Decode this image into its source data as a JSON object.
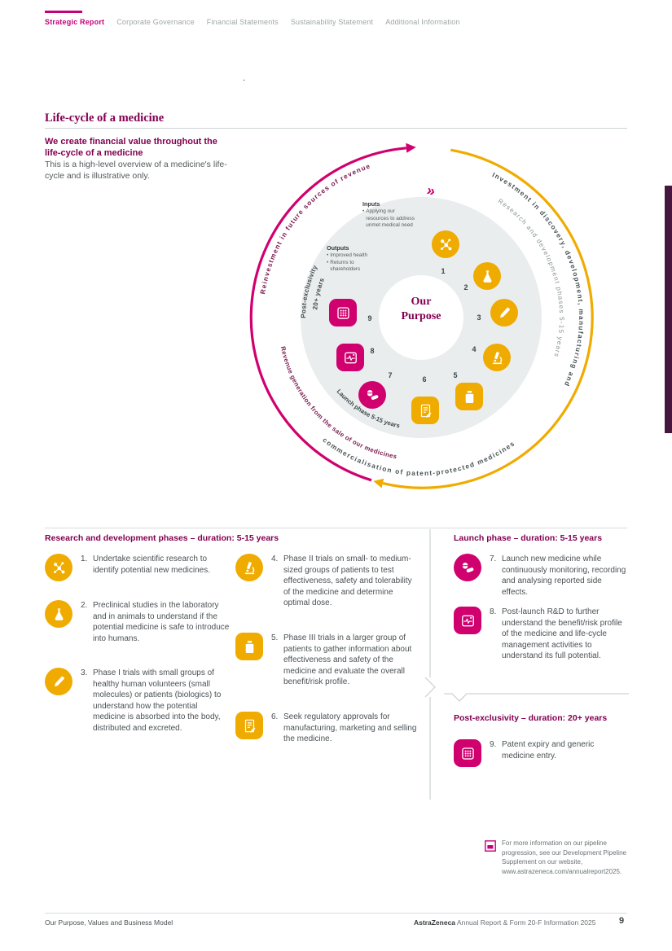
{
  "colors": {
    "magenta": "#D0006F",
    "gold": "#F0AB00",
    "purple": "#830051",
    "disc_gray": "#E9EDEE"
  },
  "nav": {
    "items": [
      {
        "label": "Strategic Report"
      },
      {
        "label": "Corporate Governance"
      },
      {
        "label": "Financial Statements"
      },
      {
        "label": "Sustainability Statement"
      },
      {
        "label": "Additional Information"
      }
    ]
  },
  "intro": {
    "stray": ".",
    "section_title": "Life-cycle of a medicine",
    "lead": "We create financial value throughout the life-cycle of a medicine",
    "body": "This is a high-level overview of a medicine's life-cycle and is illustrative only."
  },
  "diagram": {
    "center_line1": "Our",
    "center_line2": "Purpose",
    "chevrons": "»",
    "arcs": {
      "reinvestment": "Reinvestment in future sources of revenue",
      "investment_right": "Investment in discovery, development, manufacturing and",
      "investment_bottom": "commercialisation of patent-protected medicines",
      "rd_phases": "Research and development phases 5-15 years",
      "revenue": "Revenue generation from the sale of our medicines",
      "post_exclusivity": "Post-exclusivity",
      "post_exclusivity_years": "20+ years",
      "launch": "Launch phase 5-15 years"
    },
    "inputs": {
      "title": "Inputs",
      "item": "Applying our resources to address unmet medical need"
    },
    "outputs": {
      "title": "Outputs",
      "items": [
        "Improved health",
        "Returns to shareholders"
      ]
    },
    "numbers": [
      "1",
      "2",
      "3",
      "4",
      "5",
      "6",
      "7",
      "8",
      "9"
    ]
  },
  "sections": {
    "rd": {
      "title": "Research and development phases – duration: 5-15 years",
      "items": [
        {
          "num": "1.",
          "icon": "molecule-icon",
          "text": "Undertake scientific research to identify potential new medicines."
        },
        {
          "num": "2.",
          "icon": "flask-icon",
          "text": "Preclinical studies in the laboratory and in animals to understand if the potential medicine is safe to introduce into humans."
        },
        {
          "num": "3.",
          "icon": "pencil-icon",
          "text": "Phase I trials with small groups of healthy human volunteers (small molecules) or patients (biologics) to understand how the potential medicine is absorbed into the body, distributed and excreted."
        },
        {
          "num": "4.",
          "icon": "microscope-icon",
          "text": "Phase II trials on small- to medium-sized groups of patients to test effectiveness, safety and tolerability of the medicine and determine optimal dose."
        },
        {
          "num": "5.",
          "icon": "bottle-icon",
          "text": "Phase III trials in a larger group of patients to gather information about effectiveness and safety of the medicine and evaluate the overall benefit/risk profile."
        },
        {
          "num": "6.",
          "icon": "document-icon",
          "text": "Seek regulatory approvals for manufacturing, marketing and selling the medicine."
        }
      ]
    },
    "launch": {
      "title": "Launch phase – duration: 5-15 years",
      "items": [
        {
          "num": "7.",
          "icon": "pills-icon",
          "text": "Launch new medicine while continuously monitoring, recording and analysing reported side effects."
        },
        {
          "num": "8.",
          "icon": "monitor-icon",
          "text": "Post-launch R&D to further understand the benefit/risk profile of the medicine and life-cycle management activities to understand its full potential."
        }
      ]
    },
    "post": {
      "title": "Post-exclusivity – duration: 20+ years",
      "items": [
        {
          "num": "9.",
          "icon": "blister-icon",
          "text": "Patent expiry and generic medicine entry."
        }
      ]
    }
  },
  "callout": {
    "text": "For more information on our pipeline progression, see our Development Pipeline Supplement on our website, www.astrazeneca.com/annualreport2025."
  },
  "footer": {
    "left": "Our Purpose, Values and Business Model",
    "brand": "AstraZeneca",
    "rest": " Annual Report & Form 20-F Information 2025",
    "page": "9"
  }
}
